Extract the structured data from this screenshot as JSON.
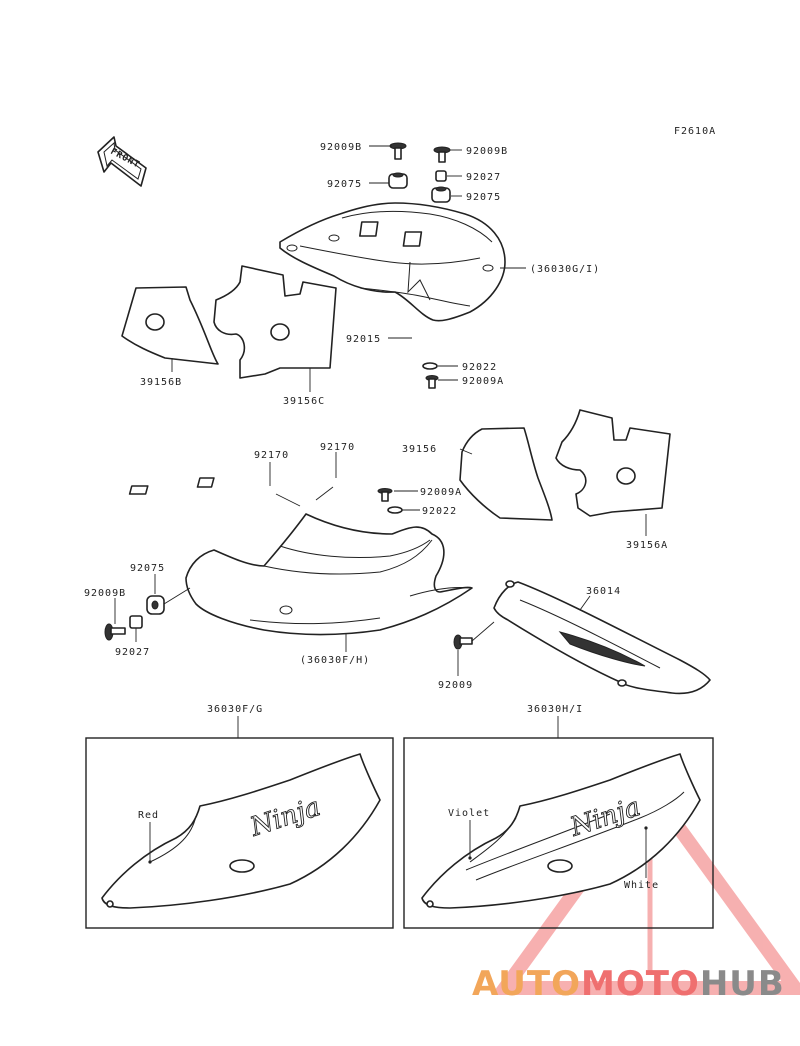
{
  "diagram": {
    "ref_code": "F2610A",
    "front_label": "FRONT",
    "labels": {
      "p92009b_left": "92009B",
      "p92009b_right": "92009B",
      "p92075_left": "92075",
      "p92027_top": "92027",
      "p92075_right": "92075",
      "p36030gi": "(36030G/I)",
      "p92015": "92015",
      "p92022_top": "92022",
      "p92009a_top": "92009A",
      "p39156b": "39156B",
      "p39156c": "39156C",
      "p92170_left": "92170",
      "p92170_right": "92170",
      "p39156": "39156",
      "p92009a_mid": "92009A",
      "p92022_mid": "92022",
      "p39156a": "39156A",
      "p92075_low": "92075",
      "p92009b_low": "92009B",
      "p92027_low": "92027",
      "p36030fh": "(36030F/H)",
      "p36014": "36014",
      "p92009": "92009",
      "p36030fg": "36030F/G",
      "p36030hi": "36030H/I"
    },
    "color_labels": {
      "red": "Red",
      "violet": "Violet",
      "white": "White"
    },
    "decal_text_left": "Ninja",
    "decal_text_right": "Ninja"
  },
  "watermark": {
    "part1": "AUTO",
    "part2": "MOTO",
    "part3": "HUB",
    "color1": "#f2a65a",
    "color2": "#ef6f6f",
    "color3": "#8a8a8a",
    "triangle_color": "#f07070"
  }
}
